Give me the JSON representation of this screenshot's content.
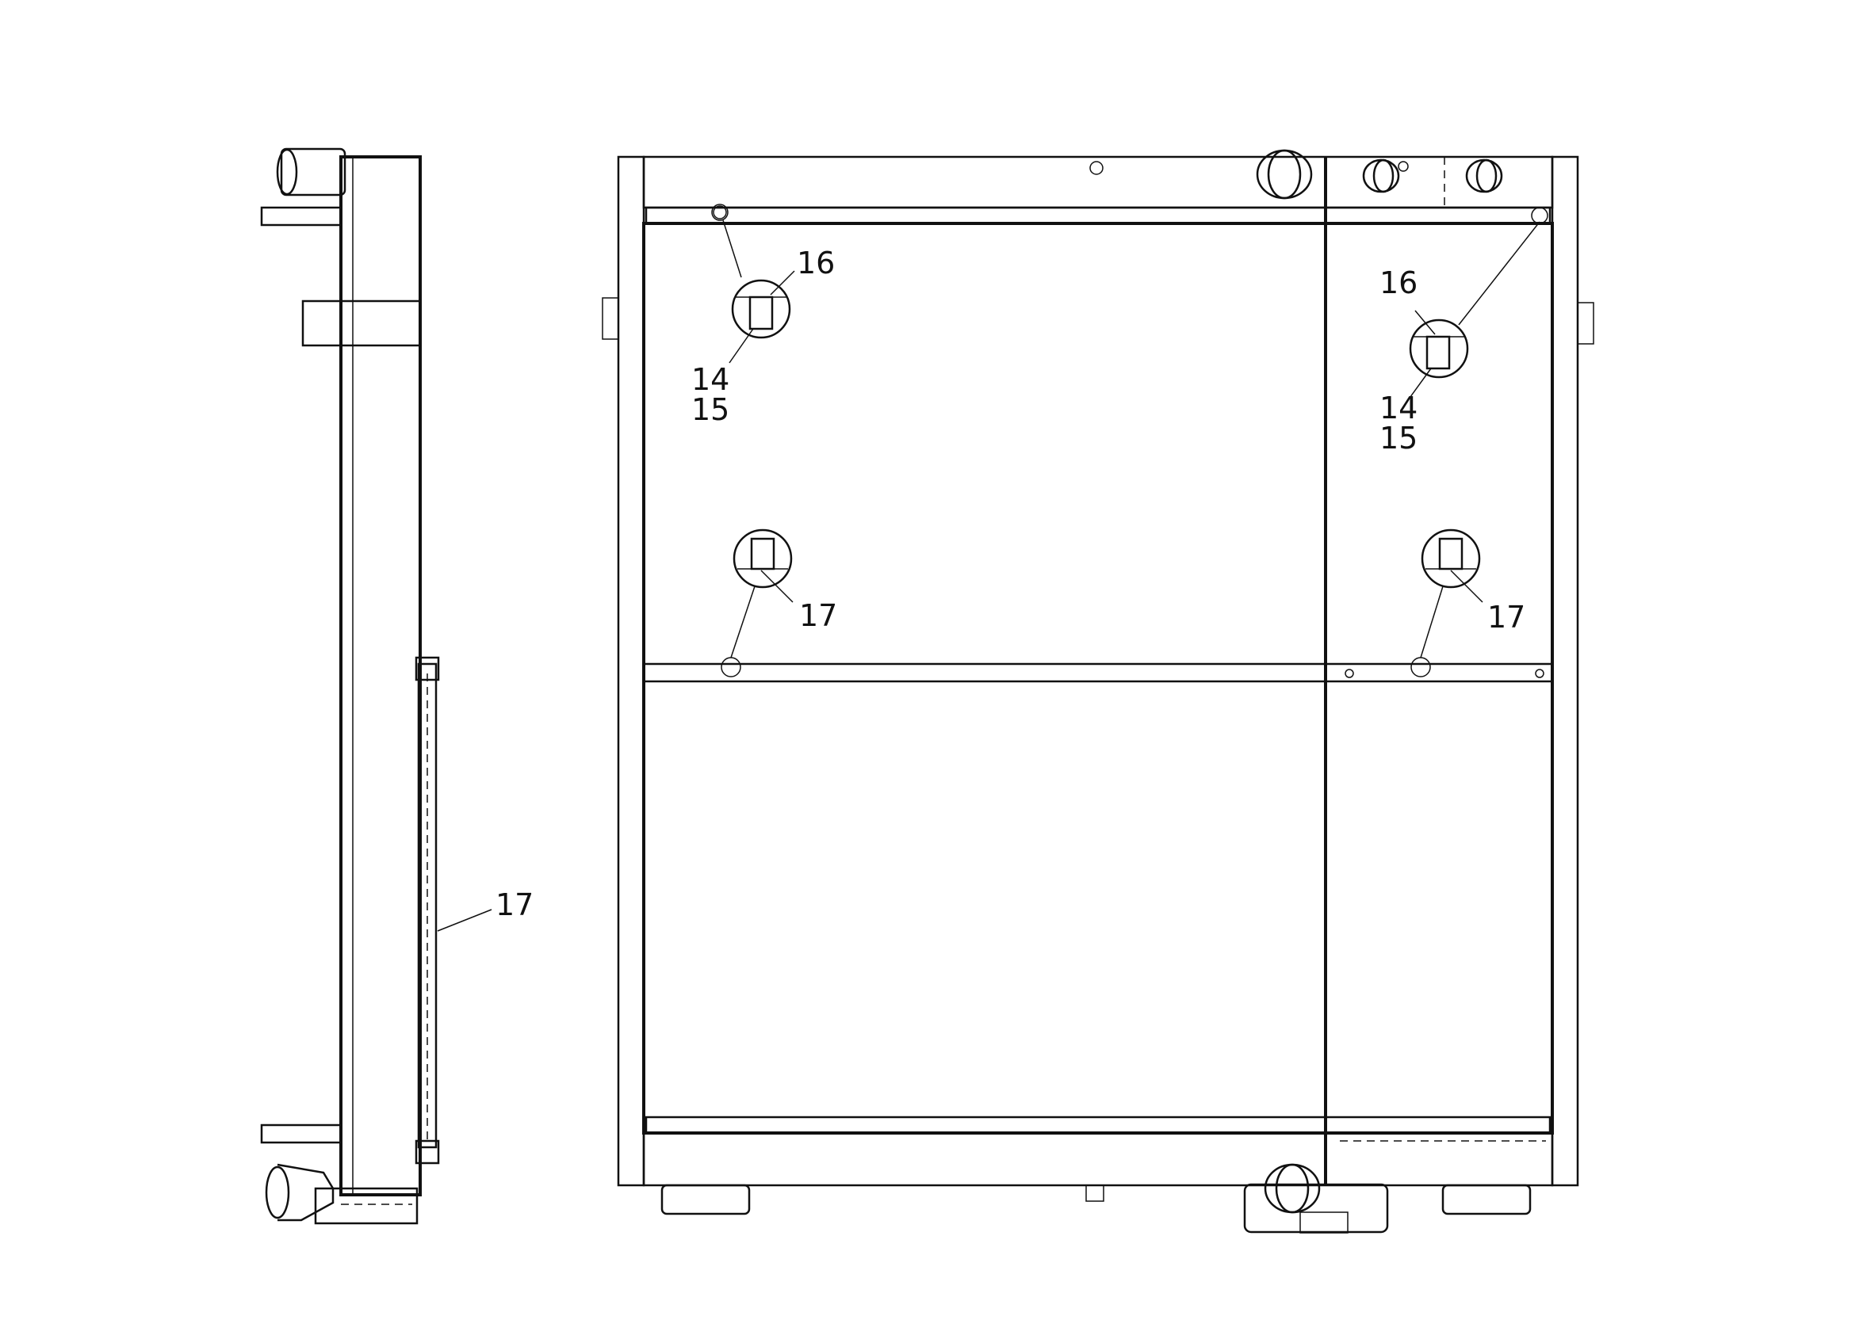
{
  "callouts": {
    "c16_left": "16",
    "c14_left": "14",
    "c15_left": "15",
    "c16_right": "16",
    "c14_right": "14",
    "c15_right": "15",
    "c17_left_mid": "17",
    "c17_right_mid": "17",
    "c17_side": "17"
  },
  "colors": {
    "ink": "#111111",
    "paper": "#ffffff"
  }
}
